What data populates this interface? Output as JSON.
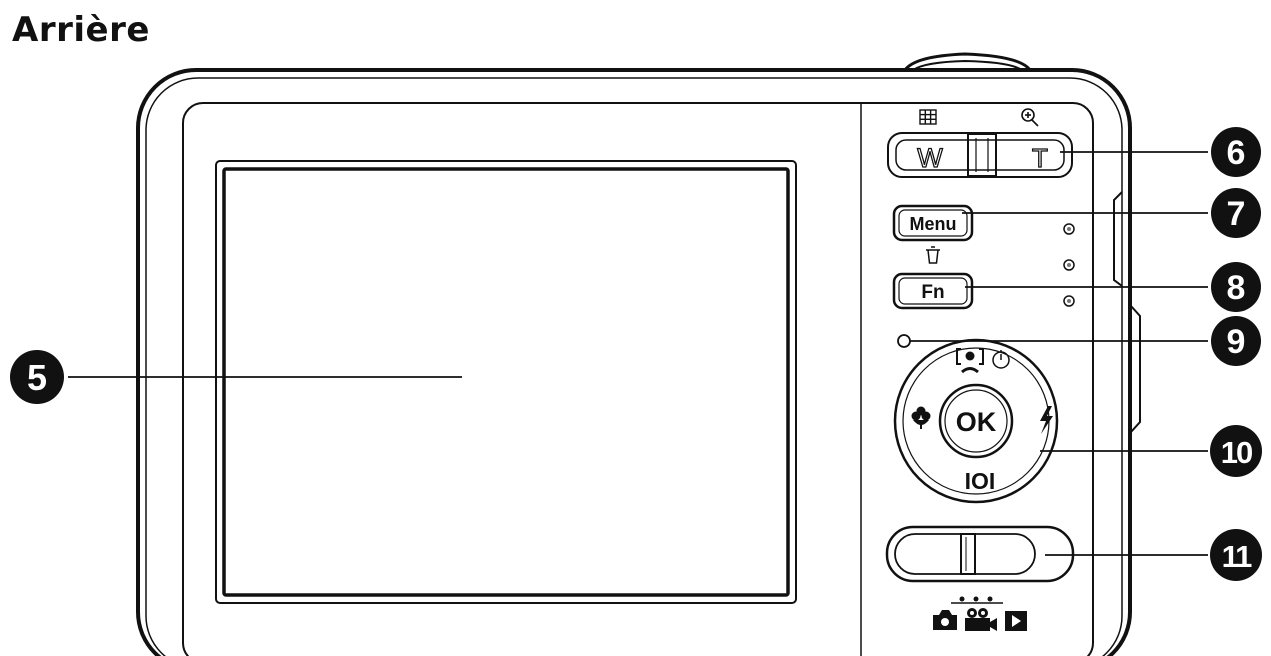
{
  "heading": "Arrière",
  "zoom_switch": {
    "wide_label": "W",
    "tele_label": "T"
  },
  "buttons": {
    "menu_label": "Menu",
    "fn_label": "Fn",
    "ok_label": "OK",
    "display_label": "IOI"
  },
  "callouts": [
    {
      "id": "5",
      "label": "5"
    },
    {
      "id": "6",
      "label": "6"
    },
    {
      "id": "7",
      "label": "7"
    },
    {
      "id": "8",
      "label": "8"
    },
    {
      "id": "9",
      "label": "9"
    },
    {
      "id": "10",
      "label": "10"
    },
    {
      "id": "11",
      "label": "11"
    }
  ],
  "icons": {
    "thumbnail": "grid-icon",
    "magnify": "magnify-icon",
    "trash": "trash-icon",
    "face_detect": "face-detection-icon",
    "self_timer": "self-timer-icon",
    "macro": "macro-flower-icon",
    "flash": "flash-icon",
    "mode_camera": "camera-icon",
    "mode_video": "video-icon",
    "mode_playback": "playback-icon"
  },
  "colors": {
    "line": "#111111",
    "background": "#ffffff"
  }
}
